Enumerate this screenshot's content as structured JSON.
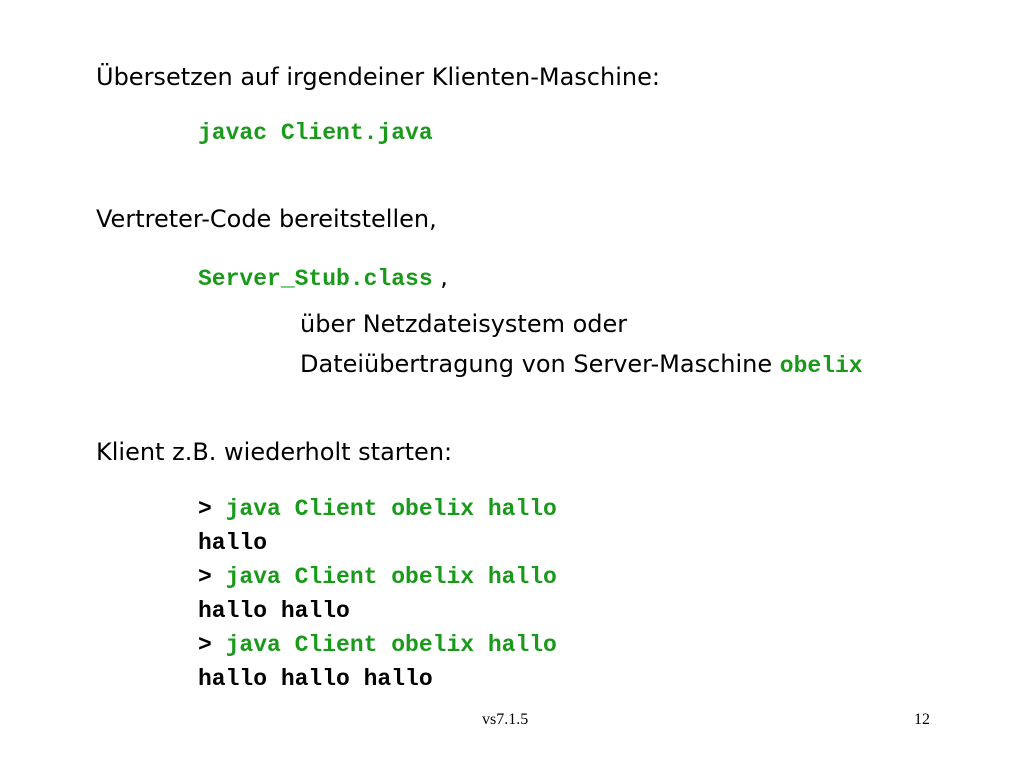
{
  "section1": {
    "heading": "Übersetzen auf irgendeiner Klienten-Maschine:",
    "command": "javac Client.java"
  },
  "section2": {
    "heading": "Vertreter-Code bereitstellen,",
    "stub_file": "Server_Stub.class",
    "stub_suffix": " ,",
    "line1": "über Netzdateisystem oder",
    "line2_text": "Dateiübertragung von Server-Maschine ",
    "line2_host": "obelix"
  },
  "section3": {
    "heading": "Klient z.B. wiederholt starten:",
    "terminal": [
      {
        "prompt": "> ",
        "command": "java Client obelix hallo",
        "output": "hallo"
      },
      {
        "prompt": "> ",
        "command": "java Client obelix hallo",
        "output": "hallo hallo"
      },
      {
        "prompt": "> ",
        "command": "java Client obelix hallo",
        "output": "hallo hallo hallo"
      }
    ]
  },
  "footer": {
    "version": "vs7.1.5",
    "page_number": "12"
  },
  "colors": {
    "code_green": "#1a9a1a",
    "text": "#000000",
    "background": "#ffffff"
  }
}
